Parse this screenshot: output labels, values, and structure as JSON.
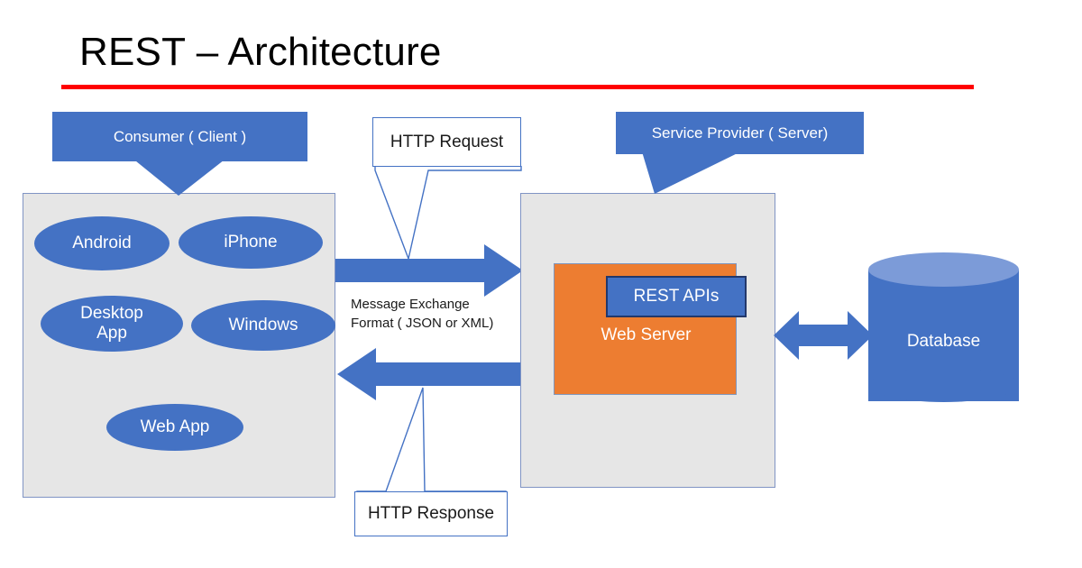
{
  "title": {
    "text": "REST – Architecture",
    "rule_color": "#FF0000"
  },
  "colors": {
    "blue": "#4472C4",
    "orange": "#ED7D31",
    "panel_grey": "#E6E6E6",
    "panel_border": "#8094C4",
    "db_top": "#7C9BD8",
    "red_rule": "#FF0000",
    "white": "#FFFFFF"
  },
  "callouts": {
    "consumer": "Consumer ( Client )",
    "service_provider": "Service Provider ( Server)",
    "http_request": "HTTP Request",
    "http_response": "HTTP Response"
  },
  "client": {
    "devices": [
      {
        "label": "Android"
      },
      {
        "label": "iPhone"
      },
      {
        "label": "Desktop\nApp"
      },
      {
        "label": "Windows"
      },
      {
        "label": "Web App"
      }
    ]
  },
  "middle": {
    "message_format_line1": "Message Exchange",
    "message_format_line2": "Format ( JSON or XML)",
    "request_arrow_direction": "right",
    "response_arrow_direction": "left"
  },
  "server": {
    "web_server_label": "Web Server",
    "rest_apis_label": "REST APIs"
  },
  "database": {
    "label": "Database",
    "link_arrow_direction": "bidirectional"
  }
}
